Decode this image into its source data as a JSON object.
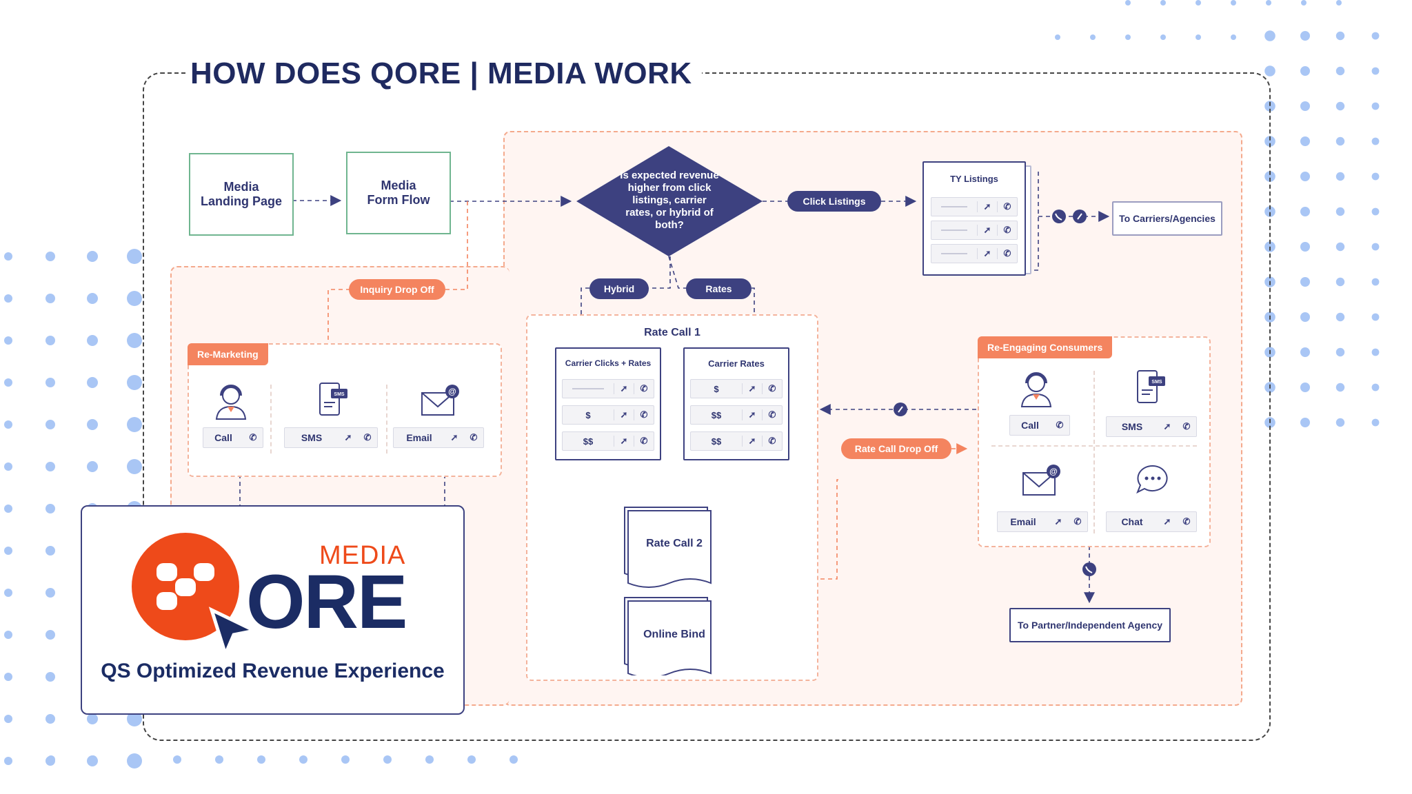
{
  "title": "HOW DOES QORE | MEDIA WORK",
  "flow": {
    "landing": "Media\nLanding Page",
    "form_flow": "Media\nForm Flow",
    "decision": "Is expected revenue higher from click listings, carrier rates, or hybrid of both?",
    "click_listings": "Click Listings",
    "ty_listings": "TY Listings",
    "to_carriers": "To Carriers/Agencies",
    "inquiry_drop_off": "Inquiry Drop Off",
    "hybrid": "Hybrid",
    "rates": "Rates",
    "rate_call_1": "Rate Call 1",
    "carrier_clicks_rates": "Carrier Clicks + Rates",
    "carrier_rates": "Carrier Rates",
    "rate_call_2": "Rate Call 2",
    "online_bind": "Online Bind",
    "rate_call_drop_off": "Rate Call Drop Off",
    "to_partner": "To Partner/Independent Agency"
  },
  "left_card_rows": [
    "",
    "$",
    "$$"
  ],
  "right_card_rows": [
    "$",
    "$$",
    "$$"
  ],
  "remarketing": {
    "tab": "Re-Marketing",
    "channels": [
      "Call",
      "SMS",
      "Email"
    ]
  },
  "reengaging": {
    "tab": "Re-Engaging Consumers",
    "channels": [
      "Call",
      "SMS",
      "Email",
      "Chat"
    ]
  },
  "logo": {
    "media": "MEDIA",
    "ore": "ORE",
    "tagline": "QS Optimized Revenue Experience",
    "sms_badge": "SMS"
  },
  "colors": {
    "navy": "#3d4180",
    "orange": "#f4845f",
    "logo_red": "#ee4a1a",
    "logo_navy": "#1b2c64",
    "green": "#6fb58f",
    "dot_blue": "#a9c6f5"
  },
  "icons": [
    "headset-agent-icon",
    "sms-phone-icon",
    "email-icon",
    "chat-bubble-icon",
    "phone-icon",
    "cursor-icon"
  ]
}
